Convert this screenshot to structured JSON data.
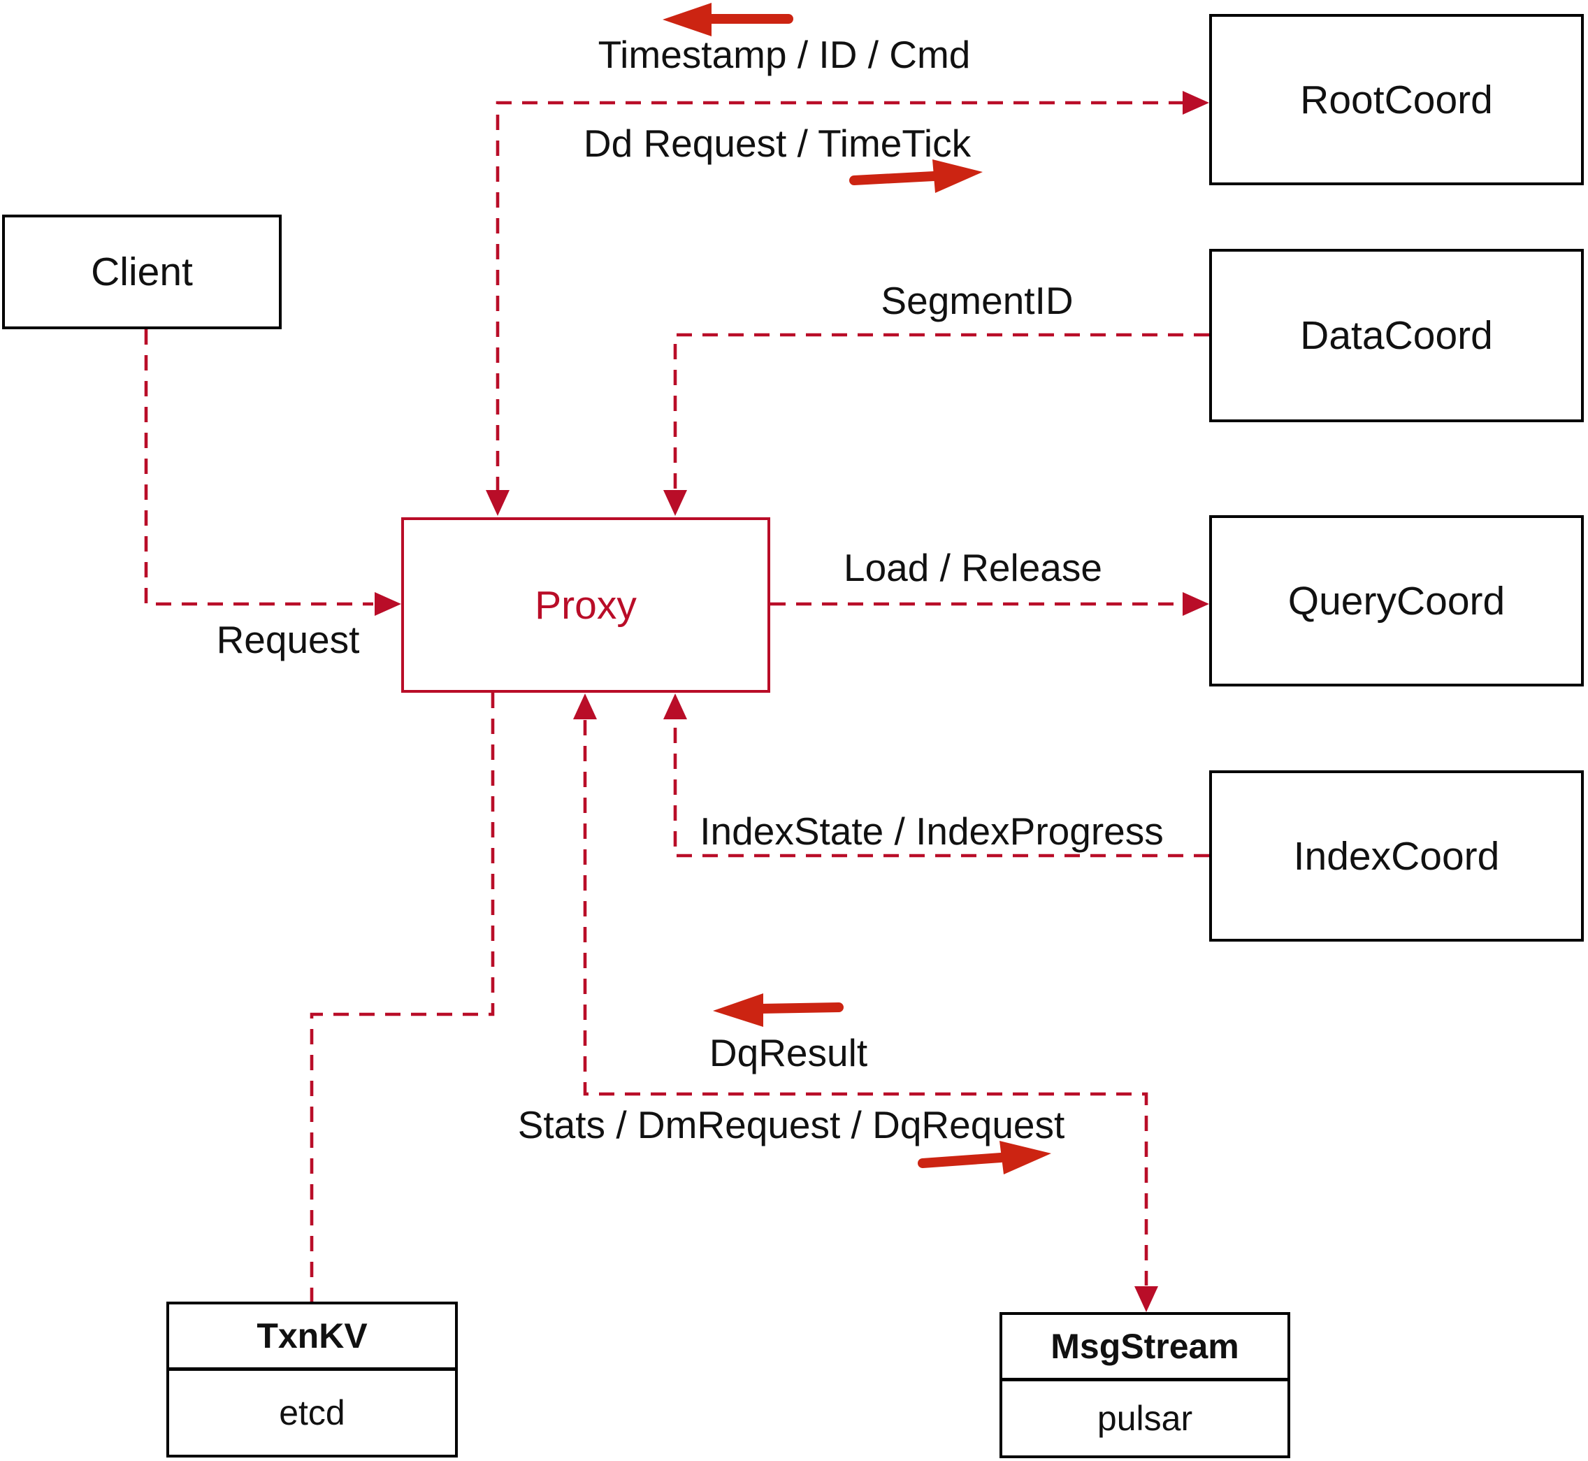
{
  "diagram": {
    "colors": {
      "line": "#b90d28",
      "arrow": "#cc2412",
      "box_border": "#000000",
      "text": "#111111",
      "bg": "#ffffff"
    },
    "nodes": {
      "client": {
        "label": "Client"
      },
      "proxy": {
        "label": "Proxy"
      },
      "rootcoord": {
        "label": "RootCoord"
      },
      "datacoord": {
        "label": "DataCoord"
      },
      "querycoord": {
        "label": "QueryCoord"
      },
      "indexcoord": {
        "label": "IndexCoord"
      },
      "txnkv": {
        "title": "TxnKV",
        "impl": "etcd"
      },
      "msgstream": {
        "title": "MsgStream",
        "impl": "pulsar"
      }
    },
    "edge_labels": {
      "timestamp": "Timestamp / ID / Cmd",
      "dd_request": "Dd Request / TimeTick",
      "segment_id": "SegmentID",
      "request": "Request",
      "load_release": "Load / Release",
      "index_state": "IndexState / IndexProgress",
      "dq_result": "DqResult",
      "stats": "Stats / DmRequest / DqRequest"
    }
  }
}
